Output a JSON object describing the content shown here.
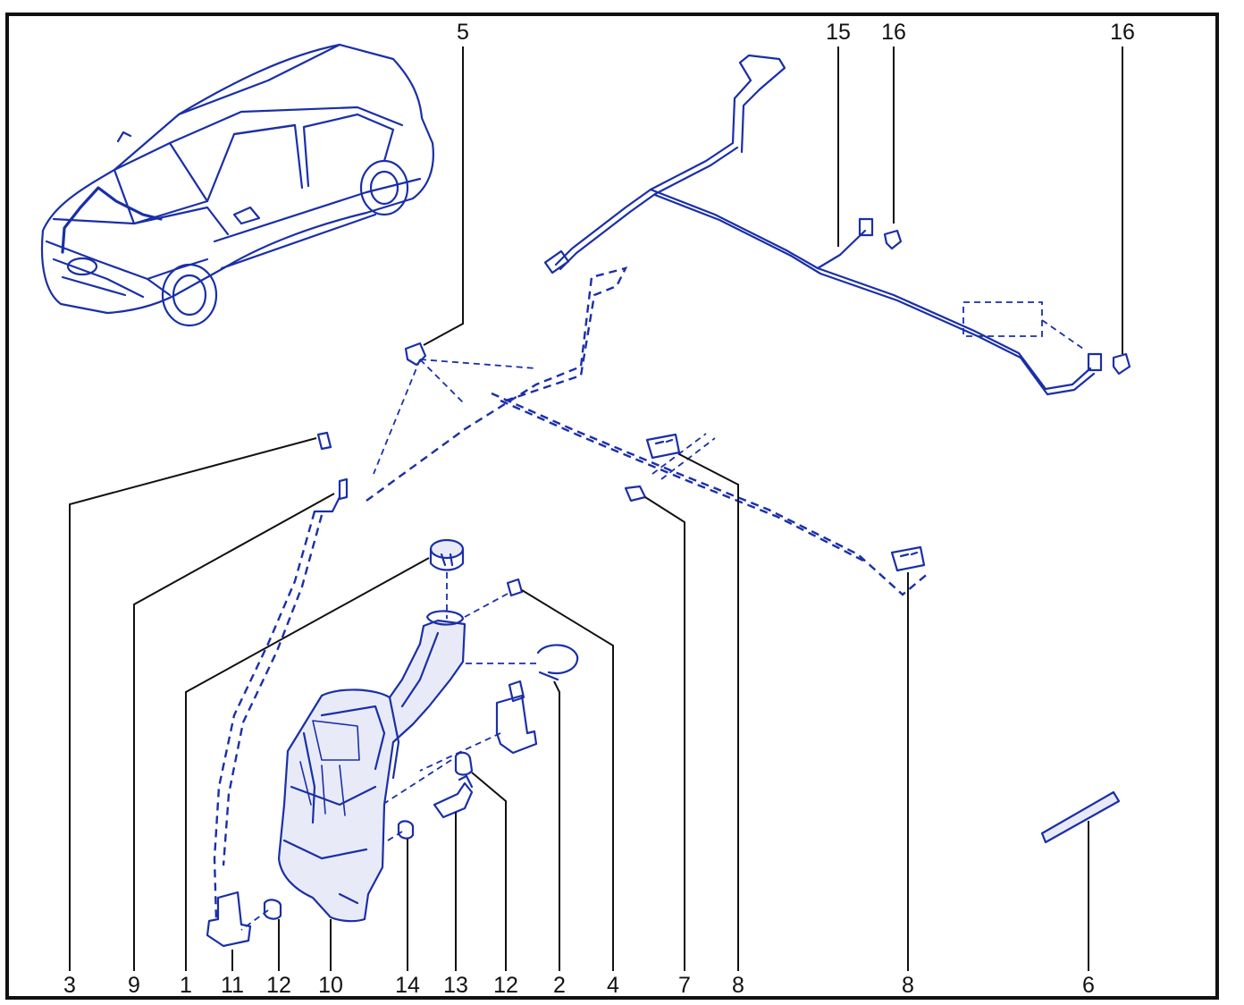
{
  "colors": {
    "part_blue": "#1a2fa8",
    "part_fill": "#e8ebf7",
    "line_black": "#111111",
    "background": "#ffffff"
  },
  "callouts": {
    "n1": "1",
    "n2": "2",
    "n3": "3",
    "n4": "4",
    "n5": "5",
    "n6": "6",
    "n7": "7",
    "n8a": "8",
    "n8b": "8",
    "n9": "9",
    "n10": "10",
    "n11": "11",
    "n12a": "12",
    "n12b": "12",
    "n13": "13",
    "n14": "14",
    "n15": "15",
    "n16a": "16",
    "n16b": "16"
  },
  "icons": {
    "vehicle": "car-sedan-icon",
    "reservoir": "washer-reservoir-icon",
    "pump": "washer-pump-icon",
    "cap": "filler-cap-icon",
    "harness": "wiring-harness-icon",
    "hose": "hose-icon"
  }
}
